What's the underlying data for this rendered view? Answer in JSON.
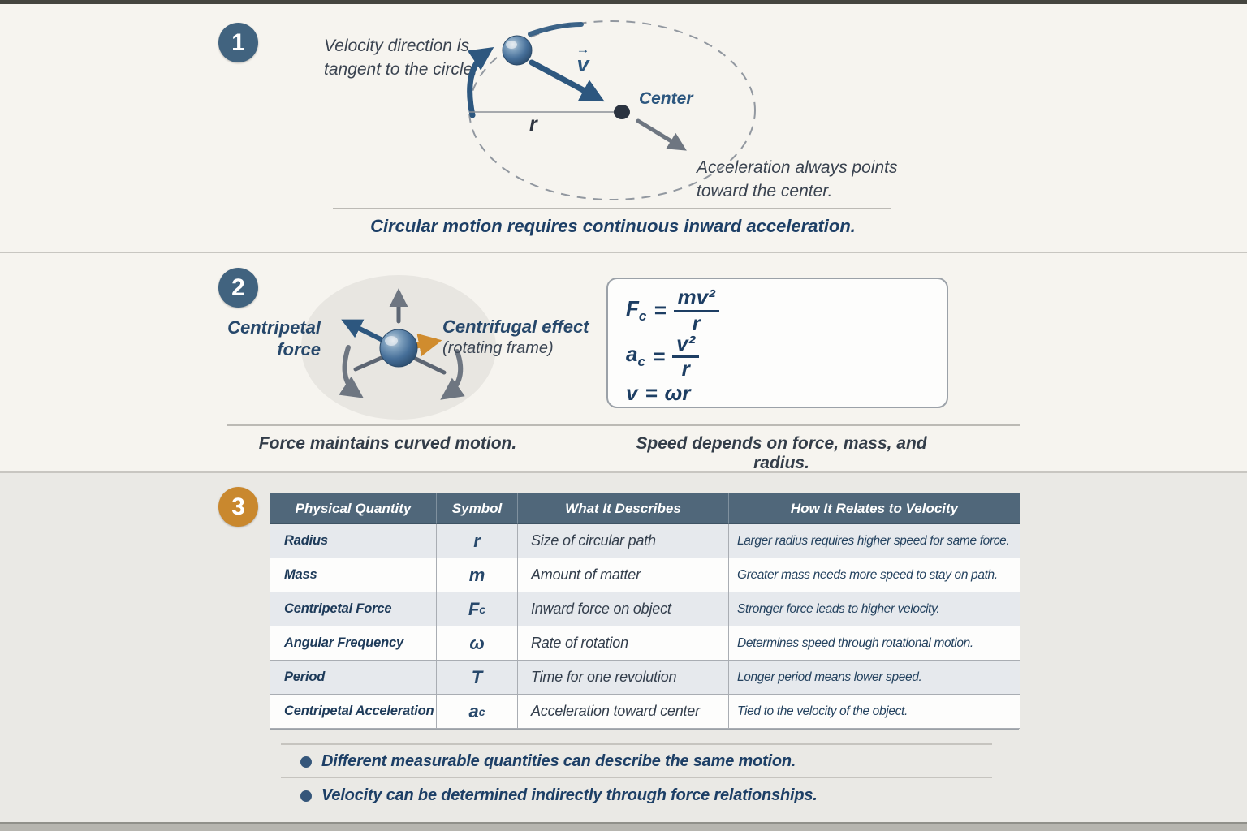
{
  "colors": {
    "navy_accent": "#1d3f66",
    "slate_badge": "#41637f",
    "orange_badge": "#c9882e",
    "table_header": "#50677a",
    "orange_arrow": "#d08c2e",
    "background_cream": "#f6f4ef",
    "background_gray": "#eae9e5"
  },
  "section1": {
    "badge": "1",
    "annotation_tangent": {
      "line1": "Velocity direction is",
      "line2": "tangent to the circle."
    },
    "velocity_label": {
      "arrow": "→",
      "letter": "v"
    },
    "radius_label": "r",
    "center_label": "Center",
    "annotation_acceleration": {
      "line1": "Acceleration always points",
      "line2": "toward the center."
    },
    "caption": "Circular motion requires continuous inward acceleration."
  },
  "section2": {
    "badge": "2",
    "centripetal_label": {
      "line1": "Centripetal",
      "line2": "force"
    },
    "centrifugal_label": {
      "line1": "Centrifugal effect",
      "line2": "(rotating frame)"
    },
    "formulas": {
      "f1": {
        "base": "F",
        "sub": "c",
        "eq": "=",
        "num": "mv²",
        "den": "r"
      },
      "f2": {
        "base": "a",
        "sub": "c",
        "eq": "=",
        "num": "v²",
        "den": "r"
      },
      "f3": {
        "lhs": "v",
        "eq": "=",
        "rhs": "ωr"
      }
    },
    "caption_left": "Force maintains curved motion.",
    "caption_right": "Speed depends on force, mass, and radius."
  },
  "section3": {
    "badge": "3",
    "table": {
      "headers": [
        "Physical Quantity",
        "Symbol",
        "What It Describes",
        "How It Relates to Velocity"
      ],
      "rows": [
        {
          "quantity": "Radius",
          "symbol": "r",
          "symbol_sub": "",
          "describes": "Size of circular path",
          "relates": "Larger radius requires higher speed for same force."
        },
        {
          "quantity": "Mass",
          "symbol": "m",
          "symbol_sub": "",
          "describes": "Amount of matter",
          "relates": "Greater mass needs more speed to stay on path."
        },
        {
          "quantity": "Centripetal Force",
          "symbol": "F",
          "symbol_sub": "c",
          "describes": "Inward force on object",
          "relates": "Stronger force leads to higher velocity."
        },
        {
          "quantity": "Angular Frequency",
          "symbol": "ω",
          "symbol_sub": "",
          "describes": "Rate of rotation",
          "relates": "Determines speed through rotational motion."
        },
        {
          "quantity": "Period",
          "symbol": "T",
          "symbol_sub": "",
          "describes": "Time for one revolution",
          "relates": "Longer period means lower speed."
        },
        {
          "quantity": "Centripetal Acceleration",
          "symbol": "a",
          "symbol_sub": "c",
          "describes": "Acceleration toward center",
          "relates": "Tied to the velocity of the object."
        }
      ]
    },
    "bullets": [
      "Different measurable quantities can describe the same motion.",
      "Velocity can be determined indirectly through force relationships."
    ]
  }
}
